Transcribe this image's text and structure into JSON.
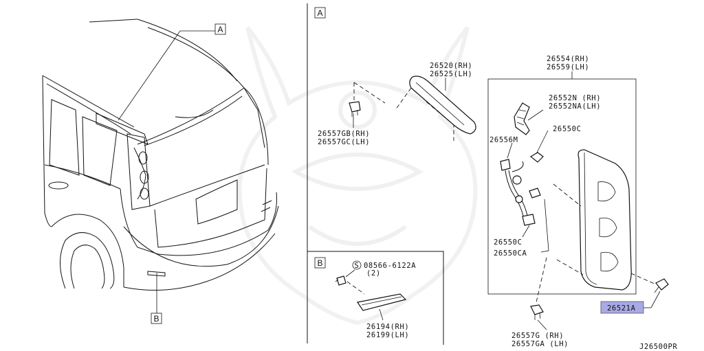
{
  "diagram_code": "J26500PR",
  "section_a_label": "A",
  "section_b_label": "B",
  "car_callout_a": "A",
  "car_callout_b": "B",
  "highlight_color": "#a9a9e6",
  "parts": {
    "finisher": [
      "26520(RH)",
      "26525(LH)"
    ],
    "clip_gb": [
      "26557GB(RH)",
      "26557GC(LH)"
    ],
    "lamp_assy": [
      "26554(RH)",
      "26559(LH)"
    ],
    "socket_n": [
      "26552N (RH)",
      "26552NA(LH)"
    ],
    "bulb_c_top": "26550C",
    "harness_m": "26556M",
    "bulb_c_bottom": "26550C",
    "bulb_ca": "26550CA",
    "screw_highlight": "26521A",
    "clip_g": [
      "26557G  (RH)",
      "26557GA (LH)"
    ],
    "screw_b": [
      "08566-6122A",
      "(2)"
    ],
    "screw_b_symbol": "S",
    "reflector": [
      "26194(RH)",
      "26199(LH)"
    ]
  }
}
